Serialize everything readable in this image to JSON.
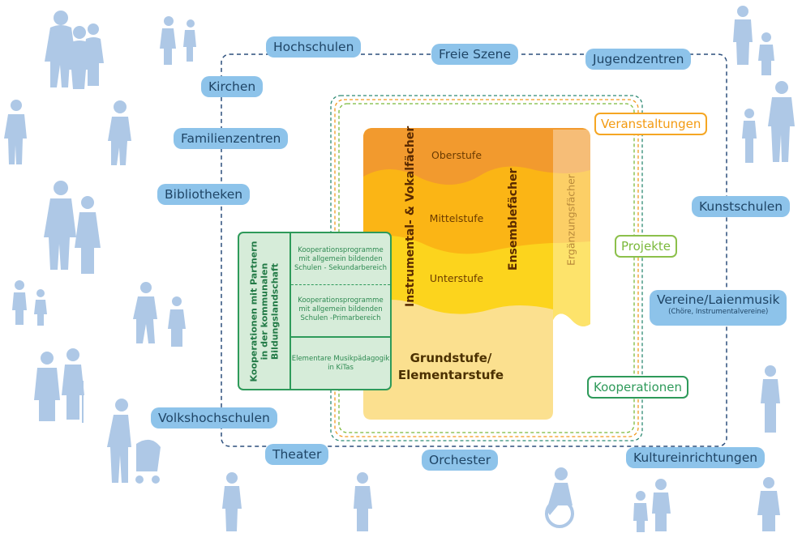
{
  "partners": {
    "hochschulen": "Hochschulen",
    "freie_szene": "Freie Szene",
    "jugendzentren": "Jugendzentren",
    "kirchen": "Kirchen",
    "familienzentren": "Familienzentren",
    "bibliotheken": "Bibliotheken",
    "kunstschulen": "Kunstschulen",
    "vereine": "Vereine/Laienmusik",
    "vereine_sub": "(Chöre, Instrumentalvereine)",
    "volkshochschulen": "Volkshochschulen",
    "theater": "Theater",
    "orchester": "Orchester",
    "kultureinrichtungen": "Kultureinrichtungen"
  },
  "tags": {
    "veranstaltungen": "Veranstaltungen",
    "projekte": "Projekte",
    "kooperationen": "Kooperationen"
  },
  "core": {
    "oberstufe": "Oberstufe",
    "mittelstufe": "Mittelstufe",
    "unterstufe": "Unterstufe",
    "grundstufe_line1": "Grundstufe/",
    "grundstufe_line2": "Elementarstufe",
    "instrumental": "Instrumental- & Vokalfächer",
    "ensemble": "Ensemblefächer",
    "ergaenzung": "Ergänzungsfächer"
  },
  "cooperation_box": {
    "vertical_line1": "Kooperationen mit Partnern",
    "vertical_line2": "in der kommunalen",
    "vertical_line3": "Bildungslandschaft",
    "secondary": "Kooperationsprogramme mit allgemein bildenden Schulen - Sekundarbereich",
    "primary": "Kooperationsprogramme mit allgemein bildenden Schulen -Primarbereich",
    "kitas": "Elementare Musikpädagogik in KiTas"
  },
  "colors": {
    "partner_pill": "#8dc3ea",
    "outer_frame": "#2b4e7c",
    "orange_frame": "#f29a1f",
    "green_frame": "#7bb93b",
    "dark_green": "#2e9a5a",
    "teal_frame": "#2e8a73",
    "silhouette": "#aec8e6"
  }
}
